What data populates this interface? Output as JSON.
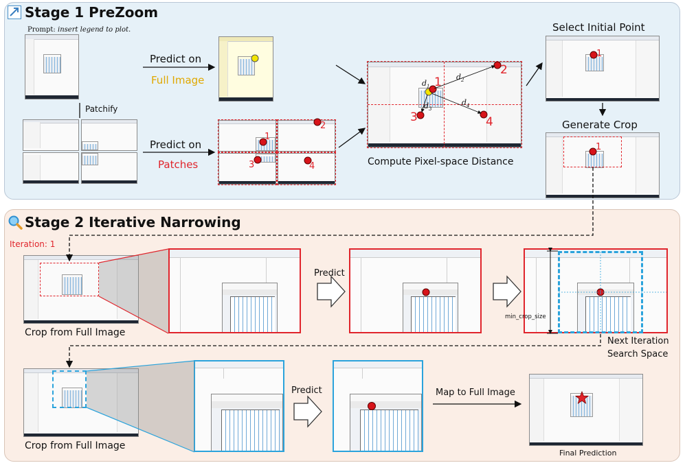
{
  "stage1": {
    "title": "Stage 1  PreZoom",
    "prompt_label": "Prompt:",
    "prompt_text": "insert legend to plot.",
    "patchify": "Patchify",
    "predict_on_1": "Predict on",
    "full_image": "Full Image",
    "predict_on_2": "Predict on",
    "patches": "Patches",
    "compute_label": "Compute Pixel-space Distance",
    "select_initial": "Select Initial Point",
    "generate_crop": "Generate Crop",
    "numbers": [
      "1",
      "2",
      "3",
      "4"
    ],
    "distances": [
      "d",
      "d",
      "d",
      "d"
    ],
    "distance_subs": [
      "1",
      "2",
      "3",
      "4"
    ]
  },
  "stage2": {
    "title": "Stage 2  Iterative Narrowing",
    "iteration": "Iteration: 1",
    "crop_full_1": "Crop from Full Image",
    "predict_1": "Predict",
    "min_crop": "min_crop_size",
    "next_iteration_1": "Next Iteration",
    "next_iteration_2": "Search Space",
    "crop_full_2": "Crop from Full Image",
    "predict_2": "Predict",
    "map_full": "Map to Full Image",
    "final_prediction": "Final Prediction"
  },
  "colors": {
    "stage1_bg": "#e6f1f8",
    "stage2_bg": "#fbeee6",
    "red": "#e0242b",
    "gold": "#e0a800",
    "blue": "#2aa3dc"
  },
  "icons": [
    "zoom-icon",
    "magnifier-icon",
    "star-icon"
  ]
}
